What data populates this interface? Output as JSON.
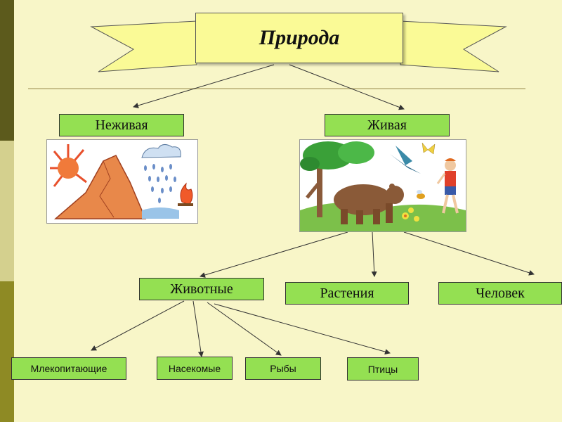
{
  "title": "Природа",
  "categories": {
    "nonliving": "Неживая",
    "living": "Живая"
  },
  "living_groups": {
    "animals": "Животные",
    "plants": "Растения",
    "human": "Человек"
  },
  "animal_groups": {
    "mammals": "Млекопитающие",
    "insects": "Насекомые",
    "fish": "Рыбы",
    "birds": "Птицы"
  },
  "colors": {
    "node_fill": "#94e052",
    "title_fill": "#fafa96",
    "ribbon_fill": "#fafa96",
    "background": "#f8f6c8"
  },
  "illustrations": {
    "nonliving": [
      "sun-icon",
      "mountain-icon",
      "rain-cloud-icon",
      "fire-icon",
      "water-icon"
    ],
    "living": [
      "tree-icon",
      "bear-icon",
      "bird-icon",
      "butterfly-icon",
      "bee-icon",
      "boy-icon",
      "flower-icon"
    ]
  }
}
